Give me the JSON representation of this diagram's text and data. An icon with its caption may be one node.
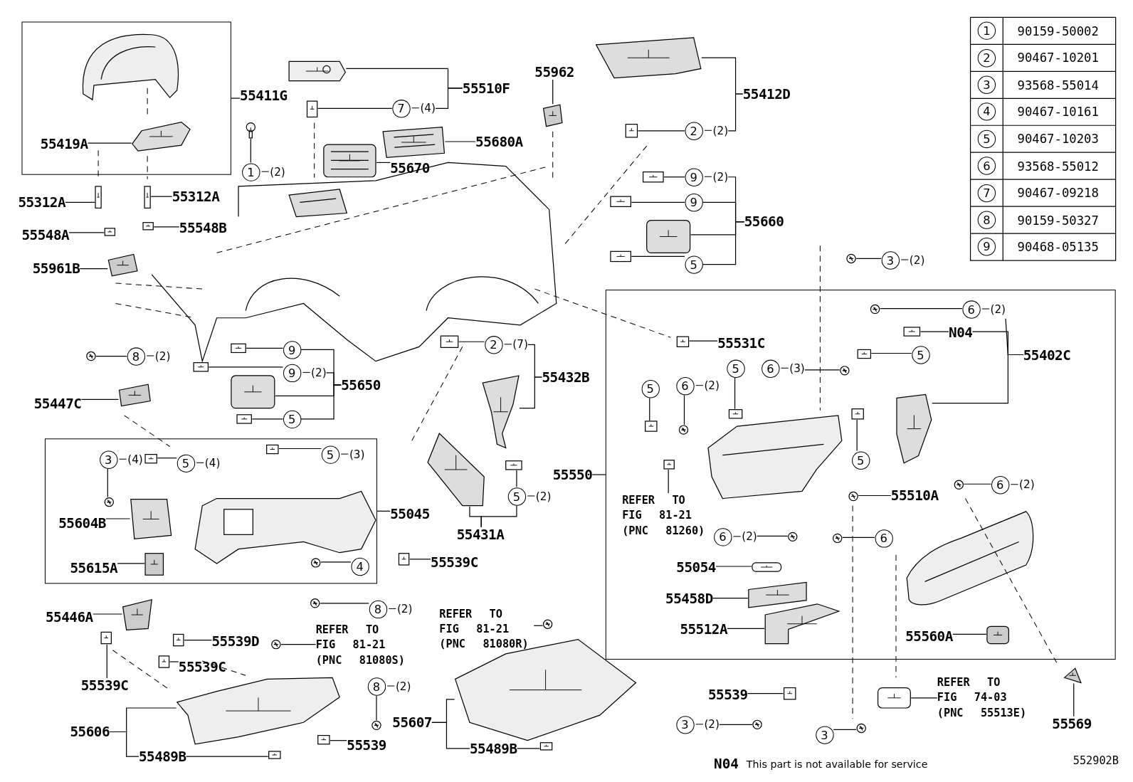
{
  "diagram": {
    "nodes": [
      {
        "text": [],
        "shape": "box"
      },
      {
        "text": [
          "55419A"
        ],
        "in": 0
      },
      {
        "text": [
          "55411G"
        ]
      },
      {
        "text": [
          "55312A"
        ]
      },
      {
        "text": [
          "55312A"
        ]
      },
      {
        "text": [
          "55548A"
        ]
      },
      {
        "text": [
          "55548B"
        ]
      },
      {
        "text": [
          "55961B"
        ]
      },
      {
        "text": [
          "1",
          "(2)"
        ]
      },
      {
        "text": [
          "55510F"
        ]
      },
      {
        "text": [
          "7",
          "(4)"
        ]
      },
      {
        "text": [
          "55962"
        ]
      },
      {
        "text": [
          "55680A"
        ]
      },
      {
        "text": [
          "55670"
        ]
      },
      {
        "text": [
          "55412D"
        ]
      },
      {
        "text": [
          "2",
          "(2)"
        ]
      },
      {
        "text": [
          "9",
          "(2)"
        ]
      },
      {
        "text": [
          "9"
        ]
      },
      {
        "text": [
          "55660"
        ]
      },
      {
        "text": [
          "5"
        ]
      },
      {
        "text": [
          "3",
          "(2)"
        ]
      },
      {
        "text": [],
        "shape": "box"
      },
      {
        "text": [
          "55531C"
        ],
        "in": 21
      },
      {
        "text": [
          "6",
          "(2)"
        ],
        "in": 21
      },
      {
        "text": [
          "N04"
        ],
        "in": 21
      },
      {
        "text": [
          "55402C"
        ],
        "in": 21
      },
      {
        "text": [
          "5"
        ],
        "in": 21
      },
      {
        "text": [
          "6",
          "(3)"
        ],
        "in": 21
      },
      {
        "text": [
          "5"
        ],
        "in": 21
      },
      {
        "text": [
          "6",
          "(2)"
        ],
        "in": 21
      },
      {
        "text": [
          "5"
        ],
        "in": 21
      },
      {
        "text": [
          "5"
        ],
        "in": 21
      },
      {
        "text": [
          "REFER TO FIG 81-21 (PNC 81260)"
        ],
        "in": 21
      },
      {
        "text": [
          "55510A"
        ],
        "in": 21
      },
      {
        "text": [
          "6",
          "(2)"
        ],
        "in": 21
      },
      {
        "text": [
          "6",
          "(2)"
        ],
        "in": 21
      },
      {
        "text": [
          "6"
        ],
        "in": 21
      },
      {
        "text": [
          "55054"
        ],
        "in": 21
      },
      {
        "text": [
          "55458D"
        ],
        "in": 21
      },
      {
        "text": [
          "55512A"
        ],
        "in": 21
      },
      {
        "text": [
          "55560A"
        ],
        "in": 21
      },
      {
        "text": [
          "55550"
        ]
      },
      {
        "text": [
          "55539"
        ]
      },
      {
        "text": [
          "3",
          "(2)"
        ]
      },
      {
        "text": [
          "3"
        ]
      },
      {
        "text": [
          "REFER TO FIG 74-03 (PNC 55513E)"
        ]
      },
      {
        "text": [
          "55569"
        ]
      },
      {
        "text": [
          "8",
          "(2)"
        ]
      },
      {
        "text": [
          "55447C"
        ]
      },
      {
        "text": [
          "9"
        ]
      },
      {
        "text": [
          "9",
          "(2)"
        ]
      },
      {
        "text": [
          "5"
        ]
      },
      {
        "text": [
          "55650"
        ]
      },
      {
        "text": [
          "2",
          "(7)"
        ]
      },
      {
        "text": [
          "55432B"
        ]
      },
      {
        "text": [
          "5",
          "(2)"
        ]
      },
      {
        "text": [
          "55431A"
        ]
      },
      {
        "text": [],
        "shape": "box"
      },
      {
        "text": [
          "3",
          "(4)"
        ],
        "in": 57
      },
      {
        "text": [
          "5",
          "(4)"
        ],
        "in": 57
      },
      {
        "text": [
          "5",
          "(3)"
        ],
        "in": 57
      },
      {
        "text": [
          "55604B"
        ],
        "in": 57
      },
      {
        "text": [
          "55615A"
        ],
        "in": 57
      },
      {
        "text": [
          "4"
        ],
        "in": 57
      },
      {
        "text": [
          "55045"
        ]
      },
      {
        "text": [
          "55539C"
        ]
      },
      {
        "text": [
          "8",
          "(2)"
        ]
      },
      {
        "text": [
          "55446A"
        ]
      },
      {
        "text": [
          "55539D"
        ]
      },
      {
        "text": [
          "55539C"
        ]
      },
      {
        "text": [
          "55539C"
        ]
      },
      {
        "text": [
          "REFER TO FIG 81-21 (PNC 81080S)"
        ]
      },
      {
        "text": [
          "8",
          "(2)"
        ]
      },
      {
        "text": [
          "55606"
        ]
      },
      {
        "text": [
          "55489B"
        ]
      },
      {
        "text": [
          "55539"
        ]
      },
      {
        "text": [
          "REFER TO FIG 81-21 (PNC 81080R)"
        ]
      },
      {
        "text": [
          "55607"
        ]
      },
      {
        "text": [
          "55489B"
        ]
      },
      {
        "text": [
          "1"
        ]
      },
      {
        "text": [
          "2"
        ]
      },
      {
        "text": [
          "3"
        ]
      },
      {
        "text": [
          "4"
        ]
      },
      {
        "text": [
          "5"
        ]
      },
      {
        "text": [
          "6"
        ]
      },
      {
        "text": [
          "7"
        ]
      },
      {
        "text": [
          "8"
        ]
      },
      {
        "text": [
          "9"
        ]
      },
      {
        "text": [],
        "shape": "picture",
        "in": 0
      },
      {
        "text": [],
        "shape": "picture"
      },
      {
        "text": [],
        "shape": "picture"
      },
      {
        "text": [],
        "shape": "picture"
      },
      {
        "text": [],
        "shape": "picture"
      },
      {
        "text": [],
        "shape": "picture"
      },
      {
        "text": [],
        "shape": "picture"
      },
      {
        "text": [],
        "shape": "picture"
      },
      {
        "text": [],
        "shape": "picture"
      },
      {
        "text": [],
        "shape": "picture"
      },
      {
        "text": [],
        "shape": "picture"
      },
      {
        "text": [],
        "shape": "picture"
      },
      {
        "text": [],
        "shape": "picture"
      },
      {
        "text": [],
        "shape": "picture"
      },
      {
        "text": [],
        "shape": "picture"
      },
      {
        "text": [],
        "shape": "picture"
      },
      {
        "text": [],
        "shape": "picture"
      },
      {
        "text": [],
        "shape": "picture"
      },
      {
        "text": [],
        "shape": "picture"
      },
      {
        "text": [],
        "shape": "picture",
        "in": 21
      },
      {
        "text": [],
        "shape": "picture",
        "in": 21
      },
      {
        "text": [],
        "shape": "picture",
        "in": 21
      },
      {
        "text": [],
        "shape": "picture",
        "in": 21
      },
      {
        "text": [],
        "shape": "picture",
        "in": 21
      },
      {
        "text": [],
        "shape": "picture",
        "in": 21
      },
      {
        "text": [],
        "shape": "picture",
        "in": 21
      },
      {
        "text": [],
        "shape": "picture",
        "in": 21
      },
      {
        "text": [],
        "shape": "picture",
        "in": 21
      },
      {
        "text": [],
        "shape": "picture",
        "in": 21
      },
      {
        "text": [],
        "shape": "picture",
        "in": 21
      },
      {
        "text": [],
        "shape": "picture",
        "in": 21
      },
      {
        "text": [],
        "shape": "picture",
        "in": 21
      },
      {
        "text": [],
        "shape": "picture",
        "in": 21
      },
      {
        "text": [],
        "shape": "picture",
        "in": 21
      },
      {
        "text": [],
        "shape": "picture",
        "in": 21
      },
      {
        "text": [],
        "shape": "picture",
        "in": 21
      },
      {
        "text": [],
        "shape": "picture",
        "in": 21
      },
      {
        "text": [],
        "shape": "picture",
        "in": 21
      },
      {
        "text": [],
        "shape": "picture"
      },
      {
        "text": [],
        "shape": "picture"
      },
      {
        "text": [],
        "shape": "picture"
      },
      {
        "text": [],
        "shape": "picture"
      },
      {
        "text": [],
        "shape": "picture"
      },
      {
        "text": [],
        "shape": "picture"
      },
      {
        "text": [],
        "shape": "picture"
      },
      {
        "text": [],
        "shape": "picture"
      },
      {
        "text": [],
        "shape": "picture"
      },
      {
        "text": [],
        "shape": "picture"
      },
      {
        "text": [],
        "shape": "picture"
      },
      {
        "text": [],
        "shape": "picture"
      },
      {
        "text": [],
        "shape": "picture"
      },
      {
        "text": [],
        "shape": "picture"
      },
      {
        "text": [],
        "shape": "picture"
      },
      {
        "text": [],
        "shape": "picture",
        "in": 57
      },
      {
        "text": [],
        "shape": "picture",
        "in": 57
      },
      {
        "text": [],
        "shape": "picture",
        "in": 57
      },
      {
        "text": [],
        "shape": "picture",
        "in": 57
      },
      {
        "text": [],
        "shape": "picture",
        "in": 57
      },
      {
        "text": [],
        "shape": "picture",
        "in": 57
      },
      {
        "text": [],
        "shape": "picture"
      },
      {
        "text": [],
        "shape": "picture"
      },
      {
        "text": [],
        "shape": "picture"
      },
      {
        "text": [],
        "shape": "picture"
      },
      {
        "text": [],
        "shape": "picture"
      },
      {
        "text": [],
        "shape": "picture"
      },
      {
        "text": [],
        "shape": "picture"
      },
      {
        "text": [],
        "shape": "picture"
      },
      {
        "text": [],
        "shape": "picture"
      },
      {
        "text": [],
        "shape": "picture"
      },
      {
        "text": [],
        "shape": "picture"
      },
      {
        "text": [],
        "shape": "picture"
      },
      {
        "text": [],
        "shape": "picture"
      },
      {
        "text": [],
        "shape": "picture"
      }
    ],
    "edges": [
      {
        "from": 1,
        "to": 88,
        "arrow": "none"
      },
      {
        "from": 2,
        "to": 0,
        "arrow": "none"
      },
      {
        "from": 3,
        "to": 89,
        "arrow": "none"
      },
      {
        "from": 4,
        "to": 90,
        "arrow": "none"
      },
      {
        "from": 5,
        "to": 91,
        "arrow": "none"
      },
      {
        "from": 6,
        "to": 92,
        "arrow": "none"
      },
      {
        "from": 7,
        "to": 93,
        "arrow": "none"
      },
      {
        "from": 8,
        "to": 94,
        "arrow": "none"
      },
      {
        "from": 9,
        "to": 95,
        "arrow": "none"
      },
      {
        "from": 9,
        "to": 10,
        "arrow": "none"
      },
      {
        "from": 10,
        "to": 96,
        "arrow": "none"
      },
      {
        "from": 11,
        "to": 97,
        "arrow": "none"
      },
      {
        "from": 12,
        "to": 98,
        "arrow": "none"
      },
      {
        "from": 13,
        "to": 99,
        "arrow": "none"
      },
      {
        "from": 14,
        "to": 100,
        "arrow": "none"
      },
      {
        "from": 14,
        "to": 15,
        "arrow": "none"
      },
      {
        "from": 15,
        "to": 101,
        "arrow": "none"
      },
      {
        "from": 18,
        "to": 16,
        "arrow": "none"
      },
      {
        "from": 18,
        "to": 17,
        "arrow": "none"
      },
      {
        "from": 18,
        "to": 102,
        "arrow": "none"
      },
      {
        "from": 18,
        "to": 19,
        "arrow": "none"
      },
      {
        "from": 16,
        "to": 103,
        "arrow": "none"
      },
      {
        "from": 17,
        "to": 104,
        "arrow": "none"
      },
      {
        "from": 19,
        "to": 105,
        "arrow": "none"
      },
      {
        "from": 20,
        "to": 106,
        "arrow": "none"
      },
      {
        "from": 22,
        "to": 107,
        "arrow": "none"
      },
      {
        "from": 25,
        "to": 23,
        "arrow": "none"
      },
      {
        "from": 25,
        "to": 24,
        "arrow": "none"
      },
      {
        "from": 25,
        "to": 108,
        "arrow": "none"
      },
      {
        "from": 23,
        "to": 109,
        "arrow": "none"
      },
      {
        "from": 24,
        "to": 110,
        "arrow": "none"
      },
      {
        "from": 26,
        "to": 111,
        "arrow": "none"
      },
      {
        "from": 27,
        "to": 112,
        "arrow": "none"
      },
      {
        "from": 28,
        "to": 113,
        "arrow": "none"
      },
      {
        "from": 29,
        "to": 114,
        "arrow": "none"
      },
      {
        "from": 30,
        "to": 115,
        "arrow": "none"
      },
      {
        "from": 31,
        "to": 116,
        "arrow": "none"
      },
      {
        "from": 41,
        "to": 21,
        "arrow": "none"
      },
      {
        "from": 32,
        "to": 117,
        "arrow": "none"
      },
      {
        "from": 33,
        "to": 118,
        "arrow": "none"
      },
      {
        "from": 34,
        "to": 119,
        "arrow": "none"
      },
      {
        "from": 35,
        "to": 120,
        "arrow": "none"
      },
      {
        "from": 36,
        "to": 121,
        "arrow": "none"
      },
      {
        "from": 37,
        "to": 122,
        "arrow": "none"
      },
      {
        "from": 38,
        "to": 123,
        "arrow": "none"
      },
      {
        "from": 39,
        "to": 124,
        "arrow": "none"
      },
      {
        "from": 40,
        "to": 125,
        "arrow": "none"
      },
      {
        "from": 42,
        "to": 126,
        "arrow": "none"
      },
      {
        "from": 43,
        "to": 127,
        "arrow": "none"
      },
      {
        "from": 44,
        "to": 128,
        "arrow": "none"
      },
      {
        "from": 45,
        "to": 129,
        "arrow": "none"
      },
      {
        "from": 46,
        "to": 130,
        "arrow": "none"
      },
      {
        "from": 47,
        "to": 131,
        "arrow": "none"
      },
      {
        "from": 48,
        "to": 132,
        "arrow": "none"
      },
      {
        "from": 52,
        "to": 49,
        "arrow": "none"
      },
      {
        "from": 52,
        "to": 50,
        "arrow": "none"
      },
      {
        "from": 52,
        "to": 133,
        "arrow": "none"
      },
      {
        "from": 52,
        "to": 51,
        "arrow": "none"
      },
      {
        "from": 49,
        "to": 134,
        "arrow": "none"
      },
      {
        "from": 50,
        "to": 135,
        "arrow": "none"
      },
      {
        "from": 51,
        "to": 136,
        "arrow": "none"
      },
      {
        "from": 54,
        "to": 53,
        "arrow": "none"
      },
      {
        "from": 54,
        "to": 137,
        "arrow": "none"
      },
      {
        "from": 53,
        "to": 138,
        "arrow": "none"
      },
      {
        "from": 56,
        "to": 139,
        "arrow": "none"
      },
      {
        "from": 56,
        "to": 55,
        "arrow": "none"
      },
      {
        "from": 55,
        "to": 140,
        "arrow": "none"
      },
      {
        "from": 58,
        "to": 141,
        "arrow": "none"
      },
      {
        "from": 59,
        "to": 142,
        "arrow": "none"
      },
      {
        "from": 60,
        "to": 143,
        "arrow": "none"
      },
      {
        "from": 64,
        "to": 57,
        "arrow": "none"
      },
      {
        "from": 61,
        "to": 144,
        "arrow": "none"
      },
      {
        "from": 62,
        "to": 145,
        "arrow": "none"
      },
      {
        "from": 63,
        "to": 146,
        "arrow": "none"
      },
      {
        "from": 65,
        "to": 147,
        "arrow": "none"
      },
      {
        "from": 66,
        "to": 148,
        "arrow": "none"
      },
      {
        "from": 67,
        "to": 149,
        "arrow": "none"
      },
      {
        "from": 68,
        "to": 150,
        "arrow": "none"
      },
      {
        "from": 69,
        "to": 151,
        "arrow": "none"
      },
      {
        "from": 70,
        "to": 152,
        "arrow": "none"
      },
      {
        "from": 71,
        "to": 153,
        "arrow": "none"
      },
      {
        "from": 72,
        "to": 154,
        "arrow": "none"
      },
      {
        "from": 73,
        "to": 155,
        "arrow": "none"
      },
      {
        "from": 73,
        "to": 74,
        "arrow": "none"
      },
      {
        "from": 74,
        "to": 156,
        "arrow": "none"
      },
      {
        "from": 75,
        "to": 157,
        "arrow": "none"
      },
      {
        "from": 76,
        "to": 158,
        "arrow": "none"
      },
      {
        "from": 77,
        "to": 159,
        "arrow": "none"
      },
      {
        "from": 77,
        "to": 78,
        "arrow": "none"
      },
      {
        "from": 78,
        "to": 160,
        "arrow": "none"
      }
    ],
    "labels": [
      "90159-50002",
      "90467-10201",
      "93568-55014",
      "90467-10161",
      "90467-10203",
      "93568-55012",
      "90467-09218",
      "90159-50327",
      "90468-05135",
      "N04",
      "This part is not available for service",
      "552902B"
    ]
  }
}
